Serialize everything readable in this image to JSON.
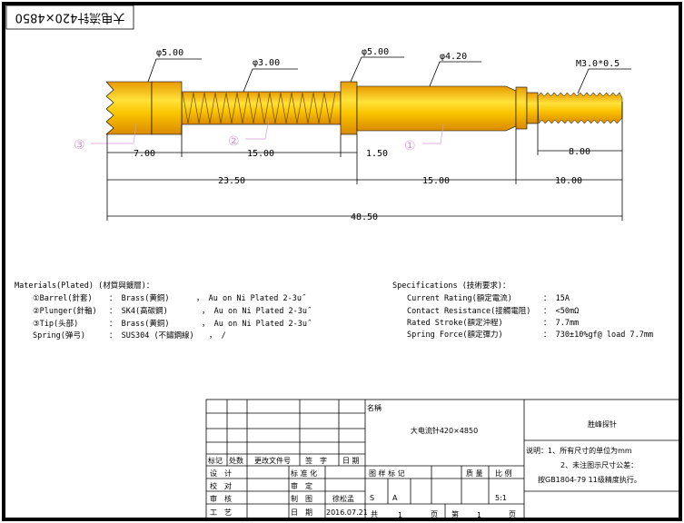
{
  "header_box": {
    "title_upside_down": "大电流针420×4850"
  },
  "drawing": {
    "diameters": [
      "φ5.00",
      "φ3.00",
      "φ5.00",
      "φ4.20",
      "M3.0*0.5"
    ],
    "dimensions": {
      "tip_length": "7.00",
      "spring_length": "15.00",
      "collar_length": "1.50",
      "thread_length": "8.00",
      "front_total": "23.50",
      "barrel_length": "15.00",
      "rear_length": "10.00",
      "overall": "48.50"
    },
    "callouts": [
      "③",
      "②",
      "①"
    ],
    "colors": {
      "gold": "#f5b800",
      "callout": "#d79ad7"
    }
  },
  "materials": {
    "heading": "Materials(Plated) (材質與鍍層)：",
    "rows": [
      {
        "part": "①Barrel(針套)",
        "material": "： Brass(黄銅)",
        "plating": "，  Au on Ni Plated 2-3u˝"
      },
      {
        "part": "②Plunger(針軸)",
        "material": "： SK4(高碳鋼)",
        "plating": "，  Au on Ni Plated 2-3u˝"
      },
      {
        "part": "③Tip(头部)",
        "material": "：  Brass(黄銅)",
        "plating": "，  Au on Ni Plated 2-3u˝"
      },
      {
        "part": "Spring(弹弓)",
        "material": "： SUS304 (不鏽鋼線)",
        "plating": "， /"
      }
    ]
  },
  "specifications": {
    "heading": "Specifications (技術要求)：",
    "rows": [
      {
        "label": "Current Rating(額定電流)",
        "value": "： 15A"
      },
      {
        "label": "Contact Resistance(接觸電阻)",
        "value": "： <50mΩ"
      },
      {
        "label": "Rated Stroke(額定沖程)",
        "value": "： 7.7mm"
      },
      {
        "label": "Spring Force(額定彈力)",
        "value": "： 730±10%gf@ load 7.7mm"
      }
    ]
  },
  "title_block": {
    "rev_headers": [
      "标记",
      "处数",
      "更改文件号",
      "签　字",
      "日 期"
    ],
    "sign_rows": [
      {
        "a": "设　计",
        "b": "标 准 化",
        "c": ""
      },
      {
        "a": "校　对",
        "b": "审　定",
        "c": ""
      },
      {
        "a": "审　核",
        "b": "制　图",
        "c": "徐松孟"
      },
      {
        "a": "工　艺",
        "b": "日　期",
        "c": "2016.07.21"
      }
    ],
    "name_label": "名稱",
    "name_value": "大电流针420×4850",
    "sample_mark_label": "图 样 标 记",
    "weight_label": "质 量",
    "scale_label": "比 例",
    "mark_s": "S",
    "mark_a": "A",
    "scale_value": "5:1",
    "total_label": "共",
    "total_pages": "1",
    "page_unit": "页",
    "sheet_label": "第",
    "sheet_no": "1",
    "page_unit2": "页",
    "company": "胜峰探针",
    "notes": [
      "说明：1、所有尺寸的单位为mm",
      "2、未注图示尺寸公差：",
      "按GB1804-79 11级精度执行。"
    ]
  }
}
